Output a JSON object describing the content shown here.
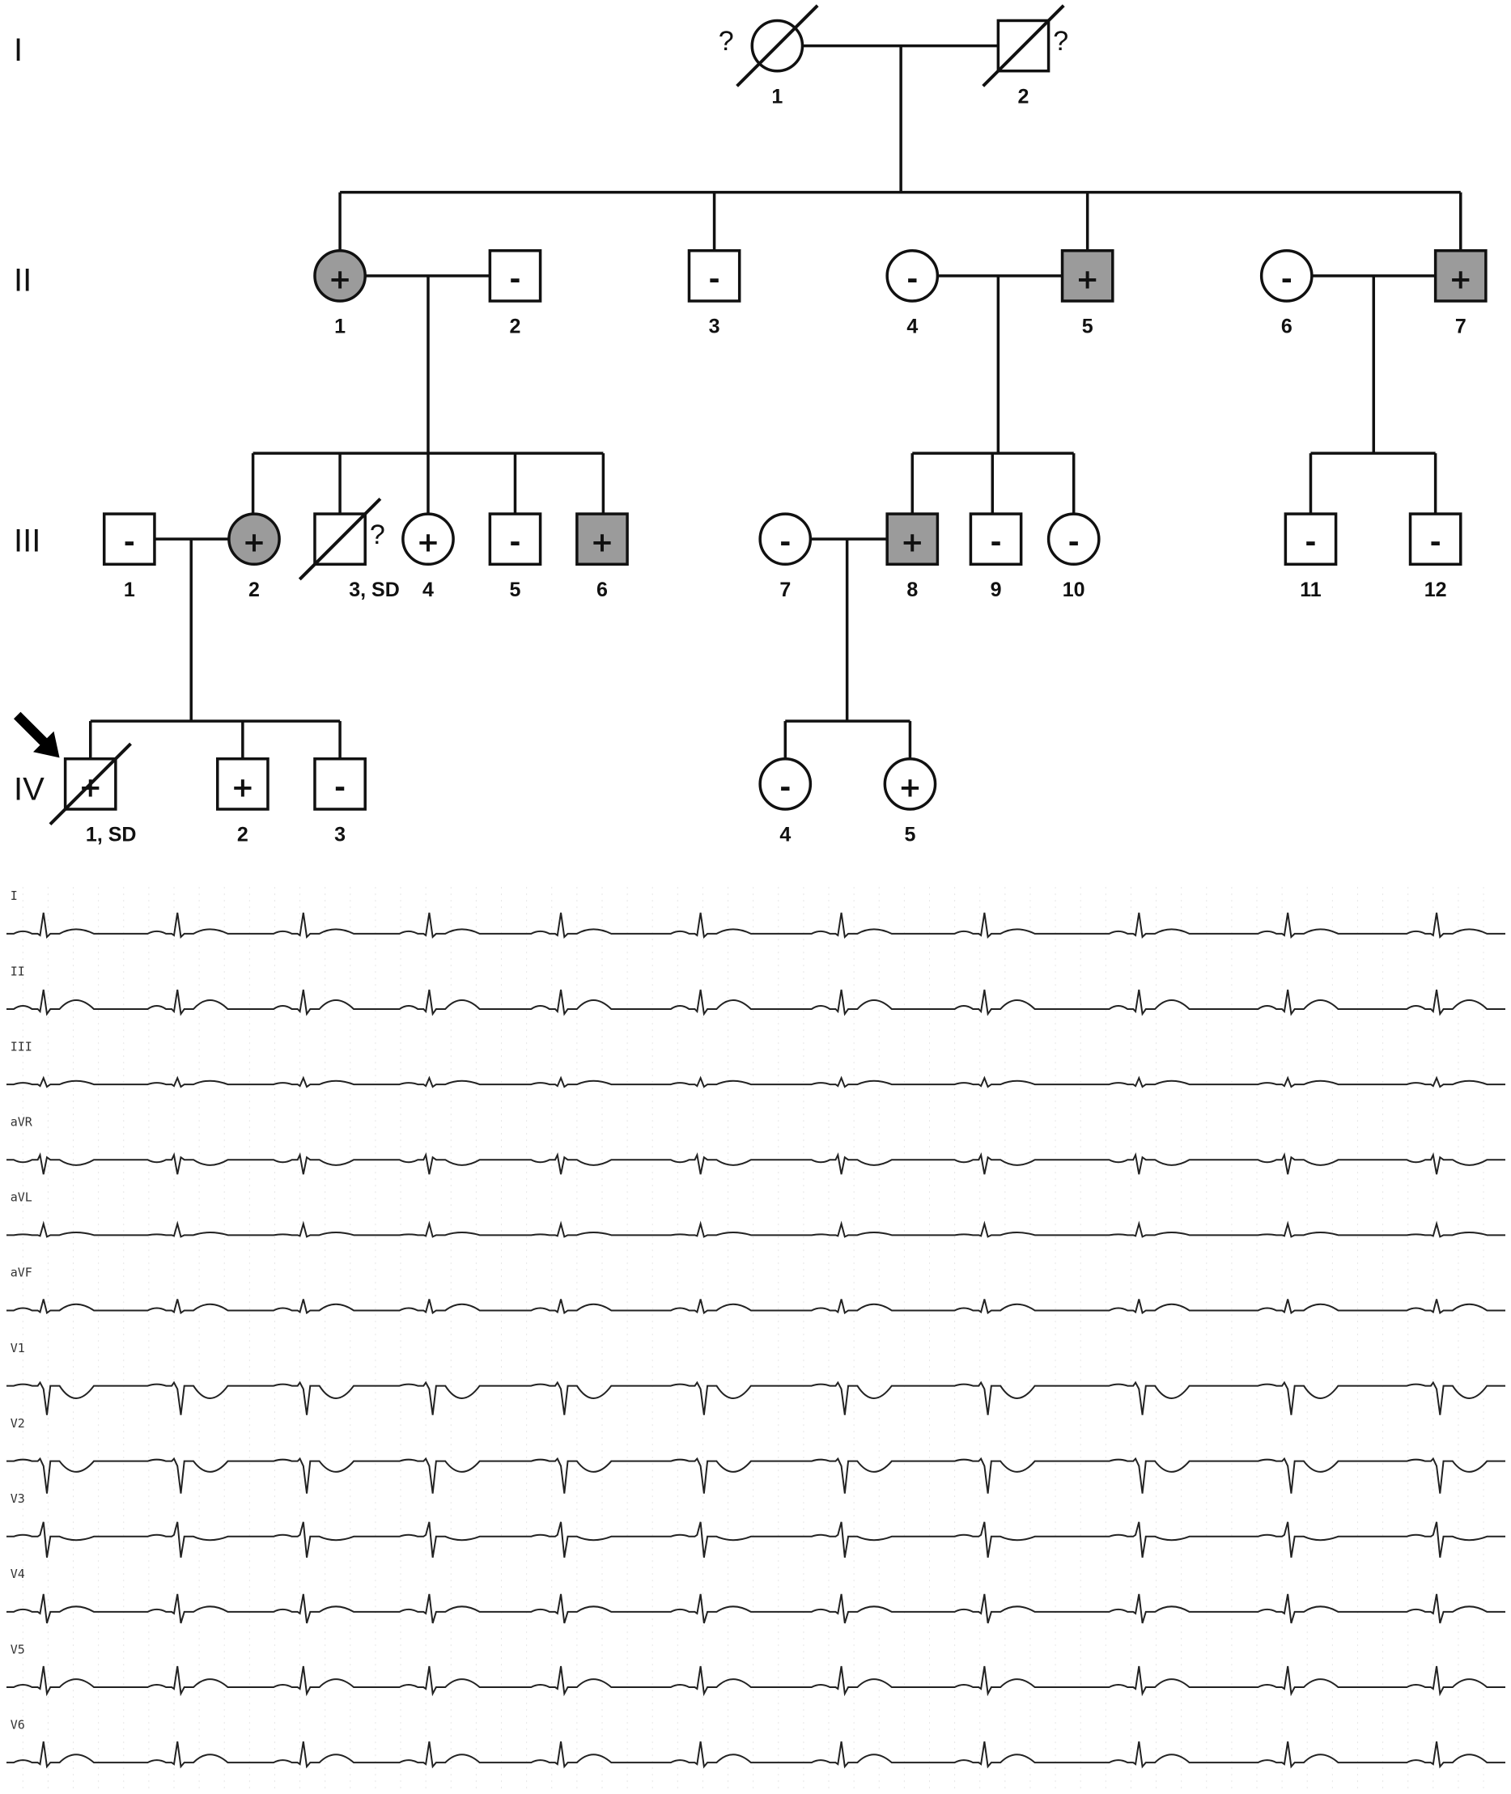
{
  "colors": {
    "affected": "#9b9b9b",
    "unaffected": "#ffffff",
    "stroke": "#111111"
  },
  "pedigree": {
    "generations": [
      "I",
      "II",
      "III",
      "IV"
    ],
    "individuals": [
      {
        "id": "I-1",
        "label": "1",
        "sex": "female",
        "affected": false,
        "deceased": true,
        "mark": "?"
      },
      {
        "id": "I-2",
        "label": "2",
        "sex": "male",
        "affected": false,
        "deceased": true,
        "mark": "?"
      },
      {
        "id": "II-1",
        "label": "1",
        "sex": "female",
        "affected": true,
        "sign": "+"
      },
      {
        "id": "II-2",
        "label": "2",
        "sex": "male",
        "affected": false,
        "sign": "-"
      },
      {
        "id": "II-3",
        "label": "3",
        "sex": "male",
        "affected": false,
        "sign": "-"
      },
      {
        "id": "II-4",
        "label": "4",
        "sex": "female",
        "affected": false,
        "sign": "-"
      },
      {
        "id": "II-5",
        "label": "5",
        "sex": "male",
        "affected": true,
        "sign": "+"
      },
      {
        "id": "II-6",
        "label": "6",
        "sex": "female",
        "affected": false,
        "sign": "-"
      },
      {
        "id": "II-7",
        "label": "7",
        "sex": "male",
        "affected": true,
        "sign": "+"
      },
      {
        "id": "III-1",
        "label": "1",
        "sex": "male",
        "affected": false,
        "sign": "-"
      },
      {
        "id": "III-2",
        "label": "2",
        "sex": "female",
        "affected": true,
        "sign": "+"
      },
      {
        "id": "III-3",
        "label": "3, SD",
        "sex": "male",
        "affected": false,
        "deceased": true,
        "mark": "?"
      },
      {
        "id": "III-4",
        "label": "4",
        "sex": "female",
        "affected": false,
        "sign": "+"
      },
      {
        "id": "III-5",
        "label": "5",
        "sex": "male",
        "affected": false,
        "sign": "-"
      },
      {
        "id": "III-6",
        "label": "6",
        "sex": "male",
        "affected": true,
        "sign": "+"
      },
      {
        "id": "III-7",
        "label": "7",
        "sex": "female",
        "affected": false,
        "sign": "-"
      },
      {
        "id": "III-8",
        "label": "8",
        "sex": "male",
        "affected": true,
        "sign": "+"
      },
      {
        "id": "III-9",
        "label": "9",
        "sex": "male",
        "affected": false,
        "sign": "-"
      },
      {
        "id": "III-10",
        "label": "10",
        "sex": "female",
        "affected": false,
        "sign": "-"
      },
      {
        "id": "III-11",
        "label": "11",
        "sex": "male",
        "affected": false,
        "sign": "-"
      },
      {
        "id": "III-12",
        "label": "12",
        "sex": "male",
        "affected": false,
        "sign": "-"
      },
      {
        "id": "IV-1",
        "label": "1, SD",
        "sex": "male",
        "affected": false,
        "deceased": true,
        "sign": "+",
        "proband": true
      },
      {
        "id": "IV-2",
        "label": "2",
        "sex": "male",
        "affected": false,
        "sign": "+"
      },
      {
        "id": "IV-3",
        "label": "3",
        "sex": "male",
        "affected": false,
        "sign": "-"
      },
      {
        "id": "IV-4",
        "label": "4",
        "sex": "female",
        "affected": false,
        "sign": "-"
      },
      {
        "id": "IV-5",
        "label": "5",
        "sex": "female",
        "affected": false,
        "sign": "+"
      }
    ]
  },
  "ecg": {
    "leads": [
      "I",
      "II",
      "III",
      "aVR",
      "aVL",
      "aVF",
      "V1",
      "V2",
      "V3",
      "V4",
      "V5",
      "V6"
    ]
  }
}
